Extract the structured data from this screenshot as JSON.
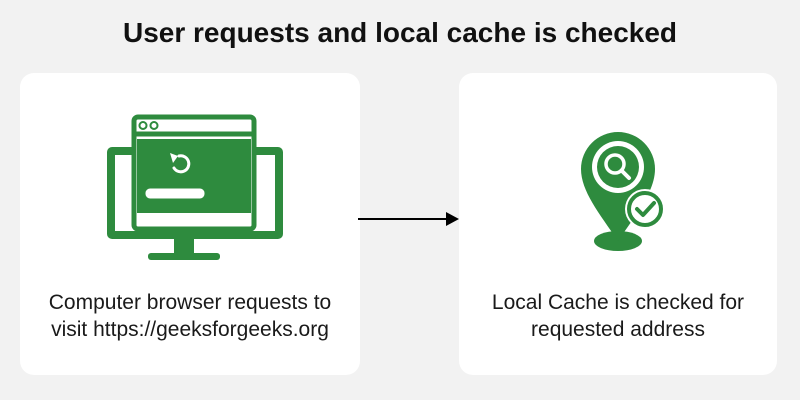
{
  "title": "User requests and local cache is checked",
  "colors": {
    "background": "#f2f2f2",
    "card": "#ffffff",
    "icon_green": "#2e8b3e",
    "arrow": "#000000"
  },
  "steps": [
    {
      "icon": "computer-browser-refresh-icon",
      "caption_lines": [
        "Computer browser requests to",
        "visit https://geeksforgeeks.org"
      ]
    },
    {
      "icon": "location-pin-search-check-icon",
      "caption_lines": [
        "Local Cache is checked for",
        "requested address"
      ]
    }
  ],
  "connector": {
    "icon": "right-arrow-icon"
  }
}
